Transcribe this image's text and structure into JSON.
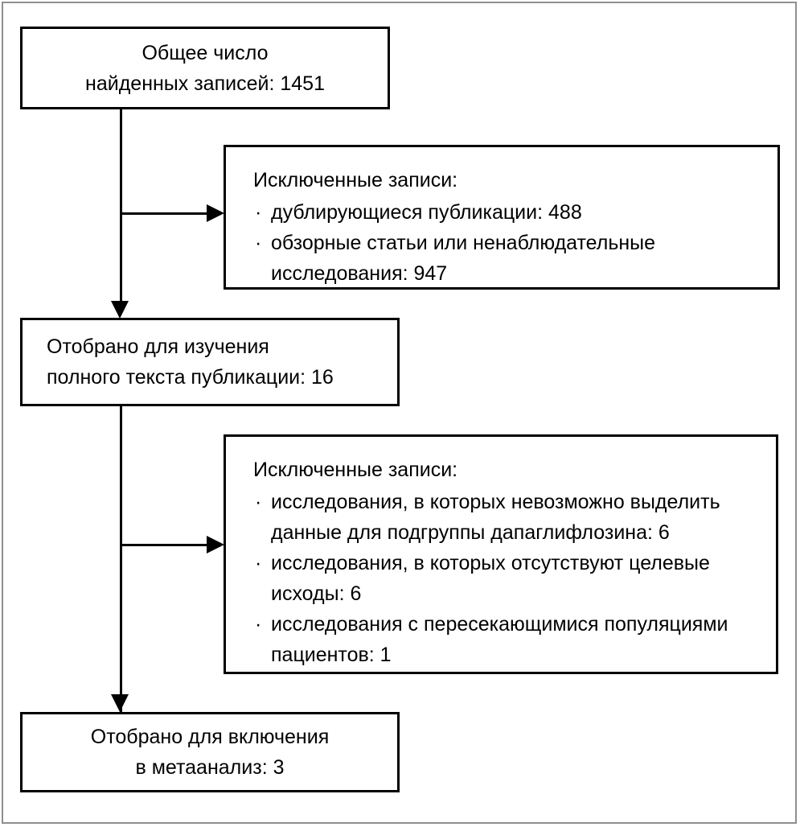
{
  "diagram": {
    "type": "prisma-flow-diagram",
    "language": "ru",
    "colors": {
      "box_border": "#000000",
      "connector": "#000000",
      "background": "#ffffff",
      "page_frame": "#8f8f8f",
      "text": "#000000"
    },
    "boxes": {
      "identified": {
        "line1": "Общее число",
        "line2": "найденных записей: 1451",
        "count": 1451
      },
      "excluded_screening": {
        "title": "Исключенные записи:",
        "items": [
          {
            "line1": "дублирующиеся публикации: 488",
            "line2": "",
            "count": 488
          },
          {
            "line1": "обзорные статьи или ненаблюдательные",
            "line2": "исследования: 947",
            "count": 947
          }
        ]
      },
      "fulltext": {
        "line1": "Отобрано для изучения",
        "line2": "полного текста публикации: 16",
        "count": 16
      },
      "excluded_fulltext": {
        "title": "Исключенные записи:",
        "items": [
          {
            "line1": "исследования, в которых невозможно выделить",
            "line2": "данные для подгруппы дапаглифлозина: 6",
            "count": 6
          },
          {
            "line1": "исследования, в которых отсутствуют целевые",
            "line2": "исходы: 6",
            "count": 6
          },
          {
            "line1": "исследования с пересекающимися популяциями",
            "line2": "пациентов: 1",
            "count": 1
          }
        ]
      },
      "included": {
        "line1": "Отобрано для включения",
        "line2": "в метаанализ: 3",
        "count": 3
      }
    },
    "bullet_glyph": "·",
    "connectors": [
      {
        "name": "trunk-vertical",
        "from": "identified",
        "to": "included"
      },
      {
        "name": "arrow-to-excluded-screening",
        "from": "trunk",
        "to": "excluded_screening"
      },
      {
        "name": "arrow-to-fulltext",
        "from": "trunk",
        "to": "fulltext"
      },
      {
        "name": "arrow-to-excluded-fulltext",
        "from": "trunk",
        "to": "excluded_fulltext"
      },
      {
        "name": "arrow-to-included",
        "from": "trunk",
        "to": "included"
      }
    ]
  }
}
